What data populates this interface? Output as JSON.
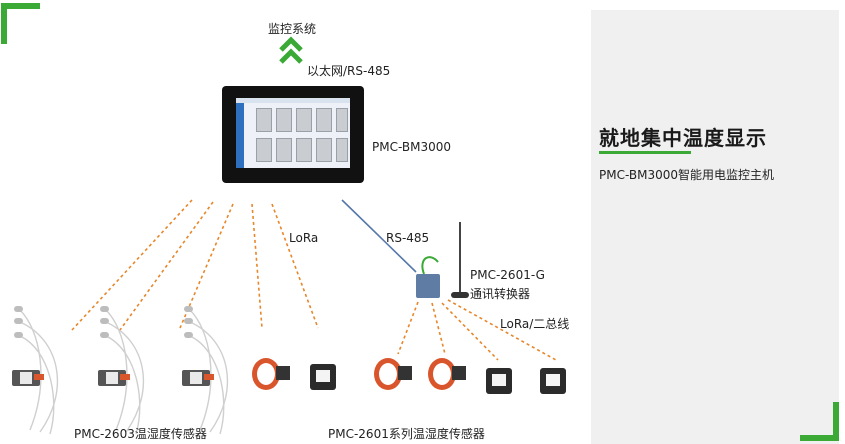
{
  "colors": {
    "accent": "#3aa935",
    "line_orange": "#e8862a",
    "line_blue": "#5577aa",
    "panel_bg": "#f0f0f0"
  },
  "labels": {
    "monitor_system": "监控系统",
    "ethernet_rs485": "以太网/RS-485",
    "host_model": "PMC-BM3000",
    "lora": "LoRa",
    "rs485": "RS-485",
    "gateway_model": "PMC-2601-G",
    "gateway_name": "通讯转换器",
    "lora_bus": "LoRa/二总线",
    "sensor_group_2603": "PMC-2603温湿度传感器",
    "sensor_group_2601": "PMC-2601系列温湿度传感器"
  },
  "panel": {
    "title": "就地集中温度显示",
    "subtitle": "PMC-BM3000智能用电监控主机"
  }
}
